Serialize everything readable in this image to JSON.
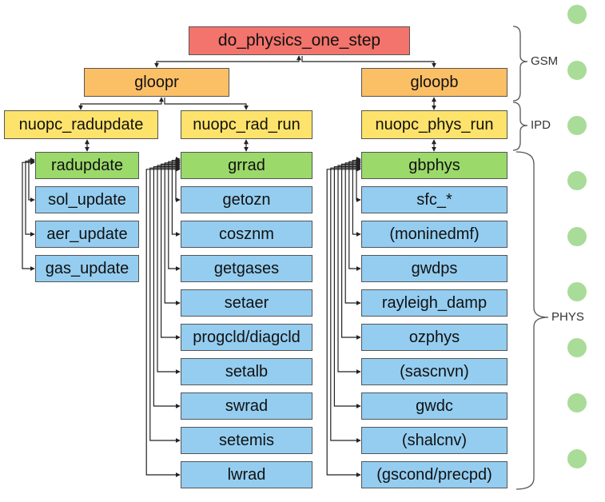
{
  "nodes": {
    "root": "do_physics_one_step",
    "gloopr": "gloopr",
    "gloopb": "gloopb",
    "nuopc_radupdate": "nuopc_radupdate",
    "nuopc_rad_run": "nuopc_rad_run",
    "nuopc_phys_run": "nuopc_phys_run",
    "radupdate": "radupdate",
    "radupdate_children": [
      "sol_update",
      "aer_update",
      "gas_update"
    ],
    "grrad": "grrad",
    "grrad_children": [
      "getozn",
      "cosznm",
      "getgases",
      "setaer",
      "progcld/diagcld",
      "setalb",
      "swrad",
      "setemis",
      "lwrad"
    ],
    "gbphys": "gbphys",
    "gbphys_children": [
      "sfc_*",
      "(moninedmf)",
      "gwdps",
      "rayleigh_damp",
      "ozphys",
      "(sascnvn)",
      "gwdc",
      "(shalcnv)",
      "(gscond/precpd)"
    ]
  },
  "brackets": {
    "gsm": "GSM",
    "ipd": "IPD",
    "phys": "PHYS"
  },
  "colors": {
    "root": "#f2746c",
    "level1": "#fbbf66",
    "level2": "#fde36b",
    "level3": "#9bd96b",
    "leaf": "#94cdf0",
    "dots": "#a9dc98"
  }
}
